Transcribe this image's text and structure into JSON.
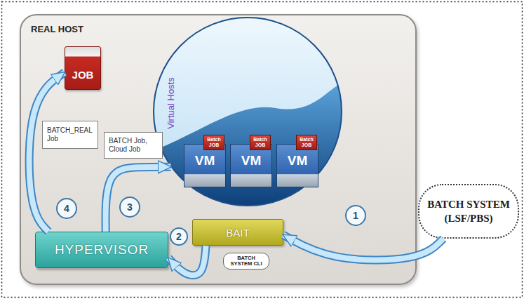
{
  "diagram": {
    "nodes": [
      {
        "text": [
          "REAL HOST"
        ]
      },
      {
        "text": [
          "JOB"
        ],
        "in": 0
      },
      {
        "text": [
          "Virtual Hosts"
        ],
        "in": 0
      },
      {
        "text": [
          "VM"
        ],
        "in": 2
      },
      {
        "text": [
          "Batch JOB"
        ],
        "in": 3
      },
      {
        "text": [
          "VM"
        ],
        "in": 2
      },
      {
        "text": [
          "Batch JOB"
        ],
        "in": 5
      },
      {
        "text": [
          "VM"
        ],
        "in": 2
      },
      {
        "text": [
          "Batch JOB"
        ],
        "in": 7
      },
      {
        "text": [
          "BATCH_REAL Job"
        ],
        "in": 0
      },
      {
        "text": [
          "BATCH Job, Cloud Job"
        ],
        "in": 0
      },
      {
        "text": [
          "4"
        ],
        "in": 0
      },
      {
        "text": [
          "3"
        ],
        "in": 0
      },
      {
        "text": [
          "HYPERVISOR"
        ],
        "in": 0
      },
      {
        "text": [
          "2"
        ],
        "in": 0
      },
      {
        "text": [
          "BAIT"
        ],
        "in": 0
      },
      {
        "text": [
          "BATCH SYSTEM CLI"
        ],
        "in": 0
      },
      {
        "text": [
          "BATCH SYSTEM (LSF/PBS)"
        ]
      },
      {
        "text": [
          "1"
        ],
        "in": 0
      }
    ],
    "edges": [
      {
        "from": 17,
        "to": 15,
        "arrow": "to"
      },
      {
        "from": 15,
        "to": 13,
        "arrow": "to"
      },
      {
        "from": 13,
        "to": 2,
        "arrow": "to"
      },
      {
        "from": 13,
        "to": 1,
        "arrow": "to"
      }
    ]
  }
}
